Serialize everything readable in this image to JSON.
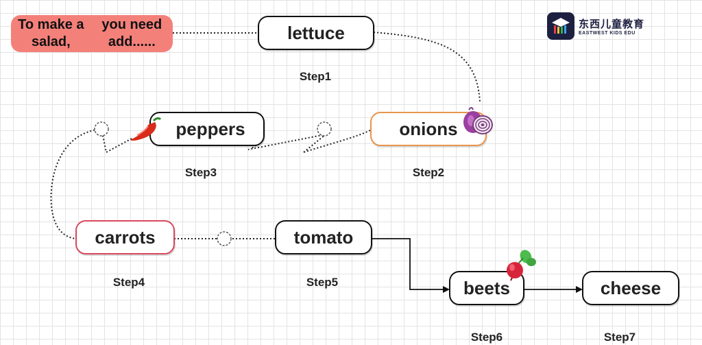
{
  "intro": "To make a salad, you need add......",
  "logo": {
    "cn": "东西儿童教育",
    "en": "EASTWEST KIDS EDU"
  },
  "steps": [
    {
      "item": "lettuce",
      "label": "Step1"
    },
    {
      "item": "onions",
      "label": "Step2"
    },
    {
      "item": "peppers",
      "label": "Step3"
    },
    {
      "item": "carrots",
      "label": "Step4"
    },
    {
      "item": "tomato",
      "label": "Step5"
    },
    {
      "item": "beets",
      "label": "Step6"
    },
    {
      "item": "cheese",
      "label": "Step7"
    }
  ],
  "colors": {
    "intro_bg": "#f4807a",
    "onions_border": "#e8944c",
    "carrots_border": "#d9475a"
  },
  "icons": {
    "onions": "onion-icon",
    "peppers": "chili-pepper-icon",
    "beets": "beet-icon"
  }
}
